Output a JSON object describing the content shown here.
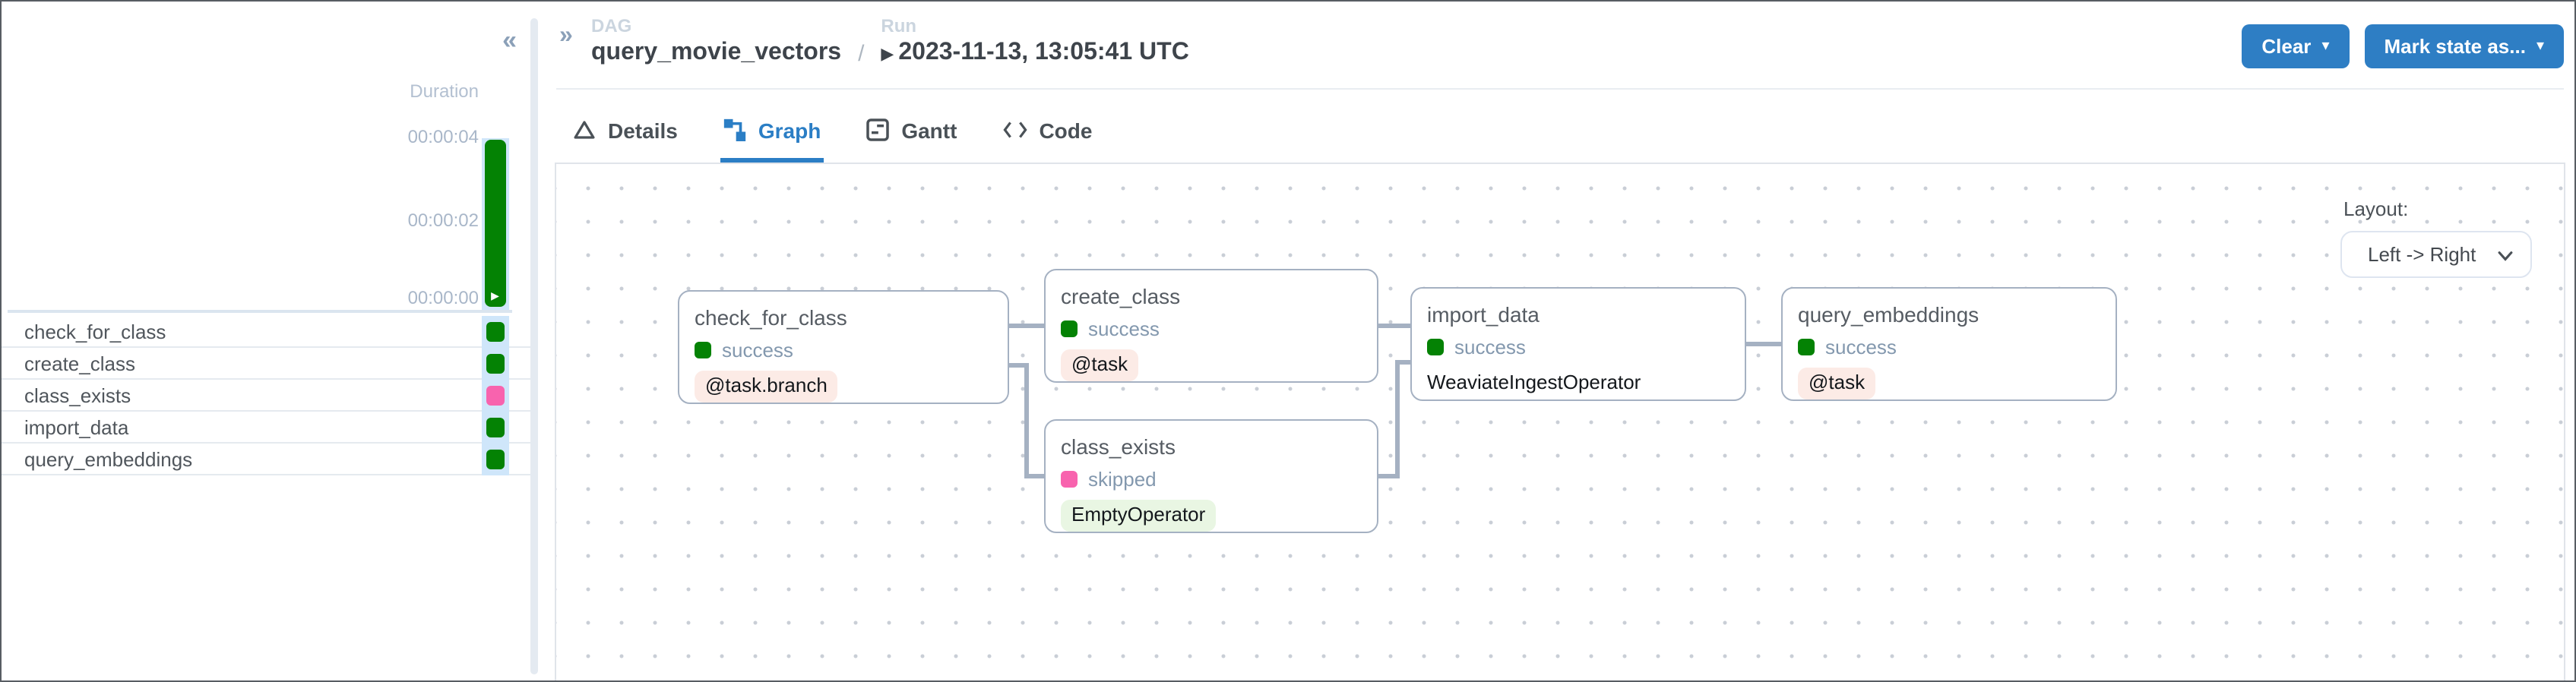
{
  "icons": {
    "collapse": "«",
    "expand": "»",
    "play": "▶",
    "caret_down": "▾"
  },
  "colors": {
    "accent_blue": "#2e7ec4",
    "active_tab_blue": "#2b7ec5",
    "success_green": "#048204",
    "skipped_pink": "#f863ae",
    "selection_light_blue": "#cfe6fa",
    "task_decorator_badge_bg": "#fcebe6",
    "empty_operator_badge_bg": "#e9f6e3",
    "node_border": "#a5b1c2"
  },
  "sidebar": {
    "duration_label": "Duration",
    "axis_ticks": [
      "00:00:04",
      "00:00:02",
      "00:00:00"
    ],
    "tasks": [
      {
        "name": "check_for_class",
        "state": "success"
      },
      {
        "name": "create_class",
        "state": "success"
      },
      {
        "name": "class_exists",
        "state": "skipped"
      },
      {
        "name": "import_data",
        "state": "success"
      },
      {
        "name": "query_embeddings",
        "state": "success"
      }
    ]
  },
  "header": {
    "dag_label": "DAG",
    "dag_name": "query_movie_vectors",
    "separator": "/",
    "run_label": "Run",
    "run_timestamp": "2023-11-13, 13:05:41 UTC",
    "clear_button": "Clear",
    "mark_state_button": "Mark state as..."
  },
  "tabs": [
    {
      "label": "Details",
      "active": false
    },
    {
      "label": "Graph",
      "active": true
    },
    {
      "label": "Gantt",
      "active": false
    },
    {
      "label": "Code",
      "active": false
    }
  ],
  "graph": {
    "layout_label": "Layout:",
    "layout_value": "Left -> Right",
    "nodes": [
      {
        "name": "check_for_class",
        "state": "success",
        "operator": "@task.branch"
      },
      {
        "name": "create_class",
        "state": "success",
        "operator": "@task"
      },
      {
        "name": "class_exists",
        "state": "skipped",
        "operator": "EmptyOperator"
      },
      {
        "name": "import_data",
        "state": "success",
        "operator": "WeaviateIngestOperator"
      },
      {
        "name": "query_embeddings",
        "state": "success",
        "operator": "@task"
      }
    ]
  }
}
